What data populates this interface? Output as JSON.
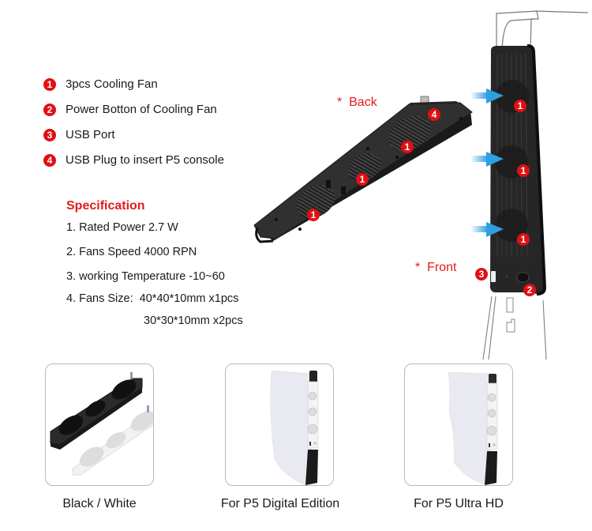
{
  "features": [
    {
      "num": "1",
      "label": "3pcs Cooling Fan"
    },
    {
      "num": "2",
      "label": "Power Botton of Cooling Fan"
    },
    {
      "num": "3",
      "label": "USB Port"
    },
    {
      "num": "4",
      "label": "USB Plug to insert P5 console"
    }
  ],
  "specification": {
    "title": "Specification",
    "lines": [
      "1. Rated Power 2.7 W",
      "2. Fans Speed 4000 RPN",
      "3. working Temperature -10~60",
      "4. Fans Size:  40*40*10mm x1pcs",
      "30*30*10mm x2pcs"
    ]
  },
  "diagram": {
    "back_label": "*  Back",
    "front_label": "*  Front",
    "back_badges": [
      "4",
      "1",
      "1",
      "1"
    ],
    "front_badges": [
      "1",
      "1",
      "1",
      "3",
      "2"
    ]
  },
  "variants": [
    {
      "caption": "Black / White"
    },
    {
      "caption": "For P5 Digital Edition"
    },
    {
      "caption": "For P5 Ultra HD"
    }
  ],
  "colors": {
    "accent_red": "#e31b1b",
    "badge_red": "#e10f14",
    "arrow_blue": "#2f9fe0",
    "device_black": "#2a2a2a",
    "card_border": "#b9b9b9"
  }
}
